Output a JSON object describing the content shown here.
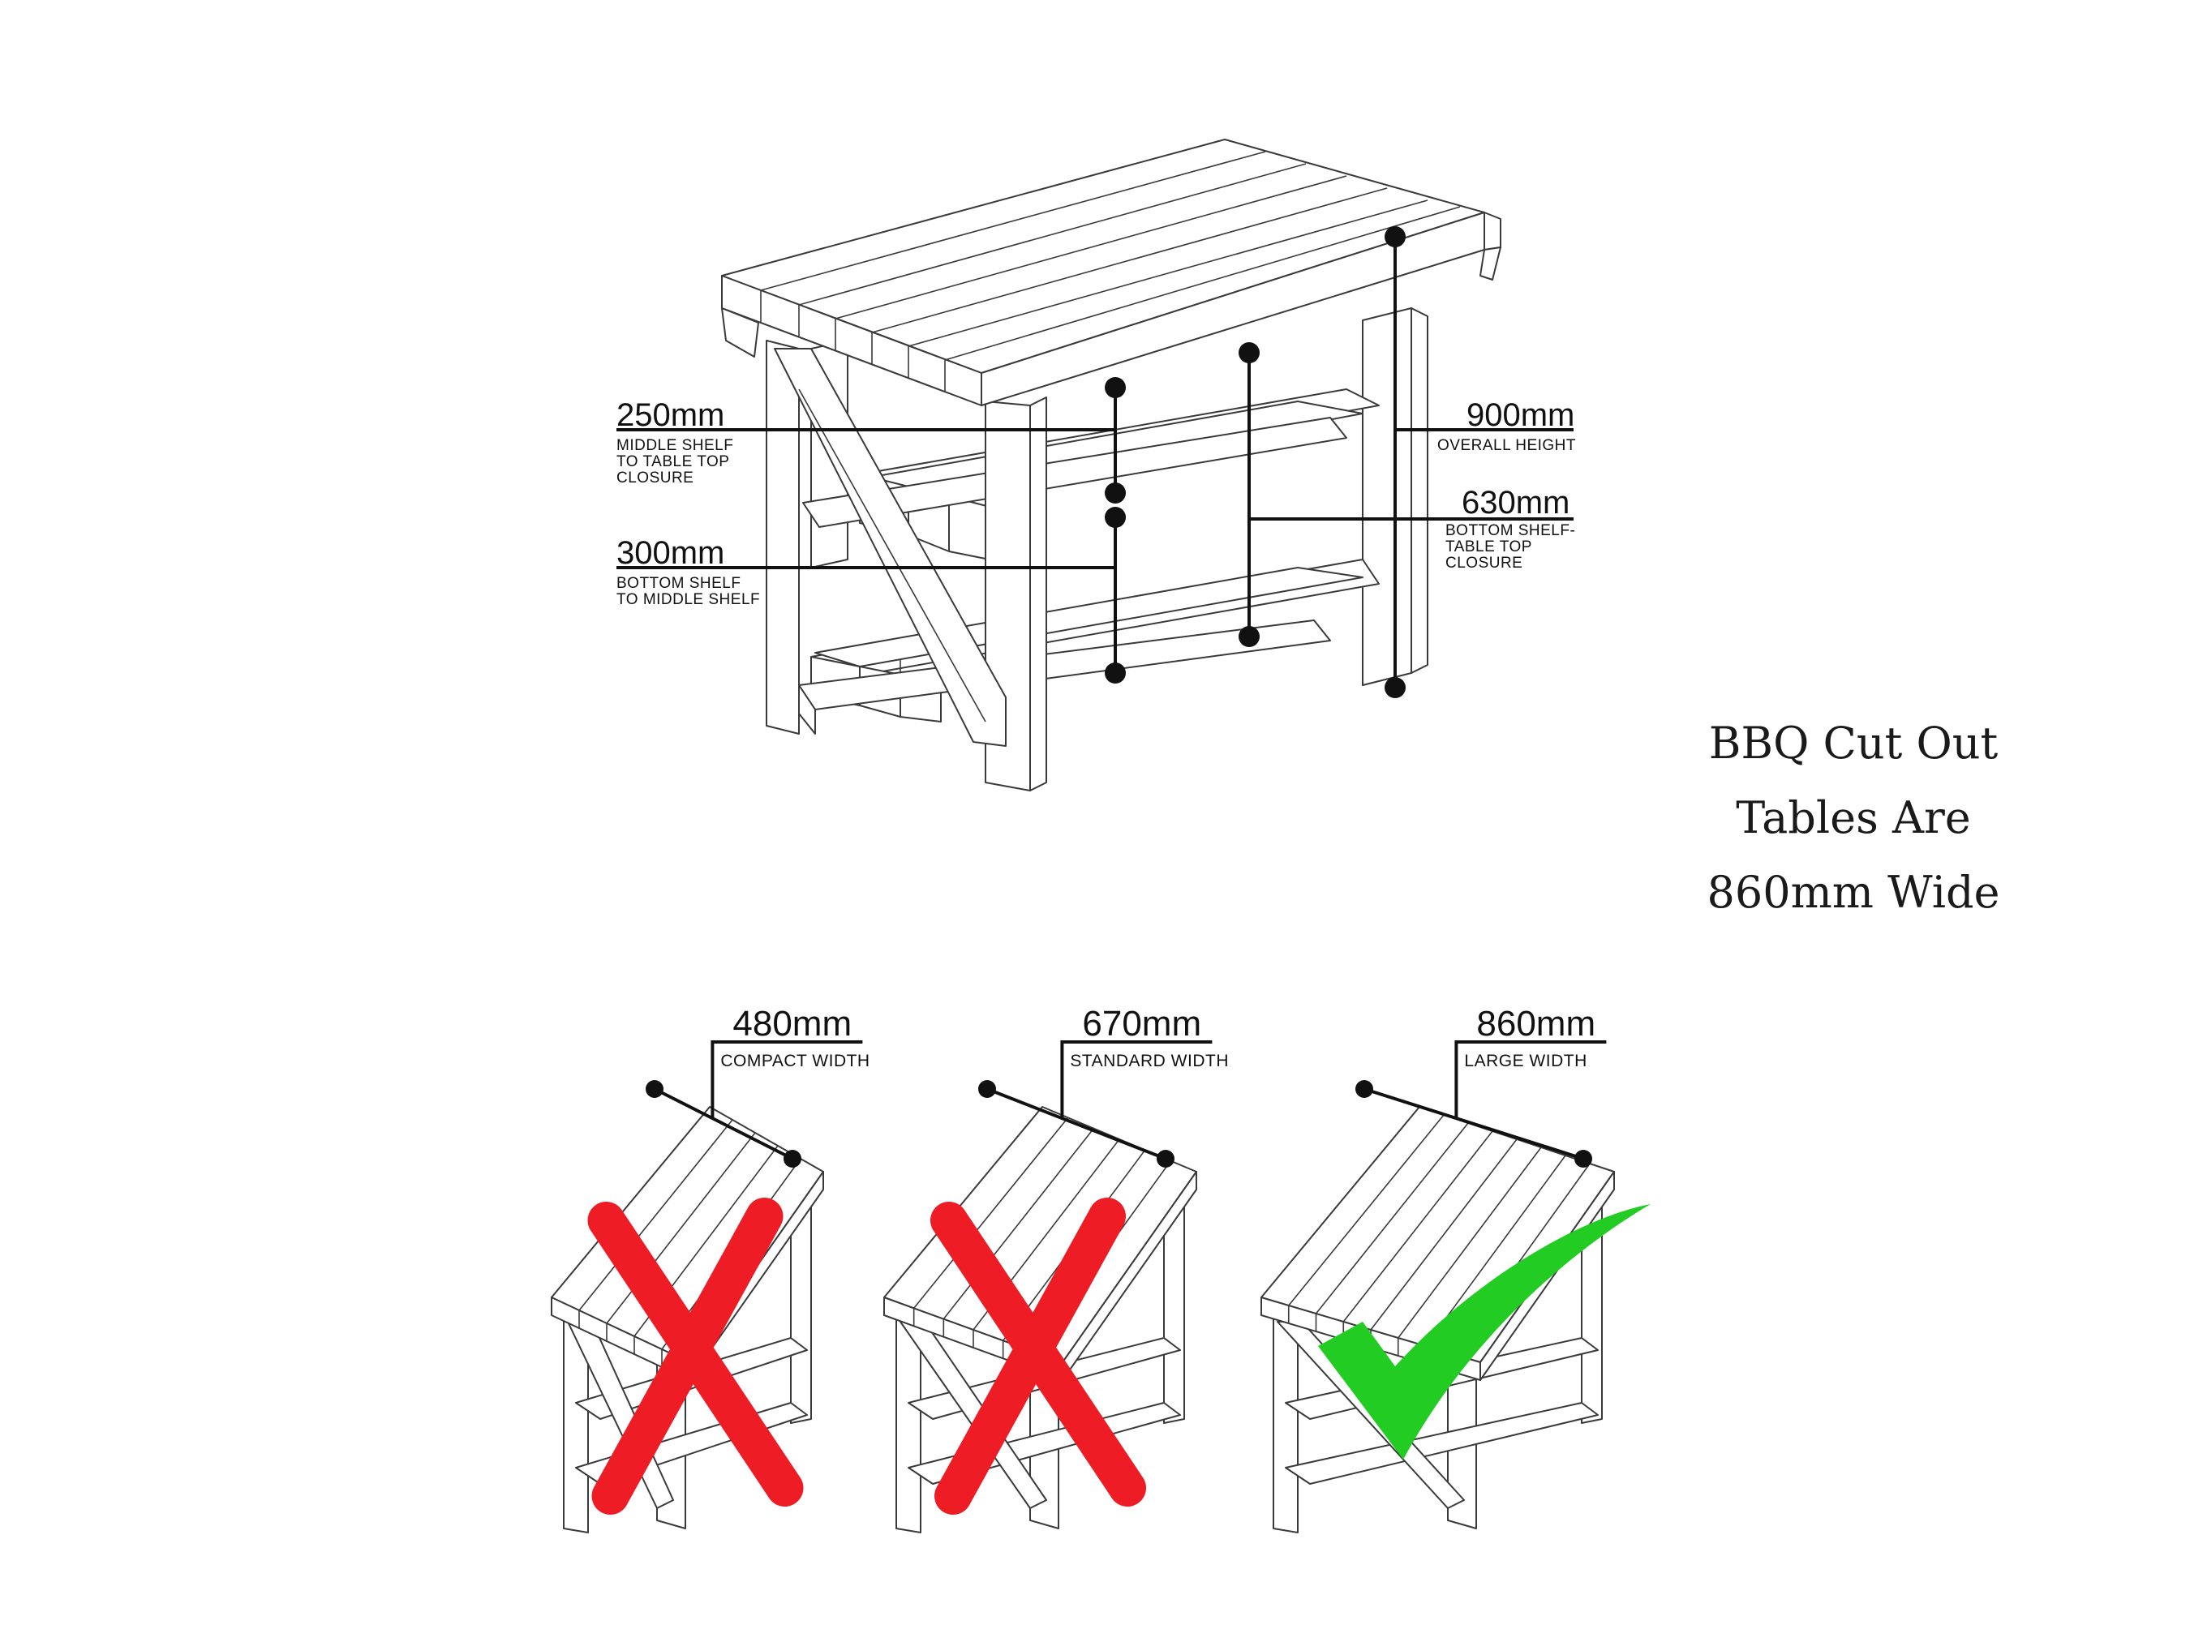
{
  "caption": {
    "line1": "BBQ Cut Out",
    "line2": "Tables Are",
    "line3": "860mm Wide"
  },
  "dimensions": {
    "middle_shelf": {
      "value": "250mm",
      "note_lines": [
        "MIDDLE  SHELF",
        "TO  TABLE  TOP",
        "CLOSURE"
      ]
    },
    "bottom_shelf": {
      "value": "300mm",
      "note_lines": [
        "BOTTOM SHELF",
        "TO MIDDLE SHELF"
      ]
    },
    "overall_height": {
      "value": "900mm",
      "note_lines": [
        "OVERALL HEIGHT"
      ]
    },
    "bottom_to_top": {
      "value": "630mm",
      "note_lines": [
        "BOTTOM SHELF-",
        "TABLE TOP",
        "CLOSURE"
      ]
    }
  },
  "widths": [
    {
      "value": "480mm",
      "note": "COMPACT WIDTH",
      "verdict": "cross"
    },
    {
      "value": "670mm",
      "note": "STANDARD WIDTH",
      "verdict": "cross"
    },
    {
      "value": "860mm",
      "note": "LARGE WIDTH",
      "verdict": "tick"
    }
  ],
  "colors": {
    "cross": "#ee1c25",
    "tick": "#22cc22",
    "ink": "#111111",
    "outline": "#3a3a3a"
  }
}
